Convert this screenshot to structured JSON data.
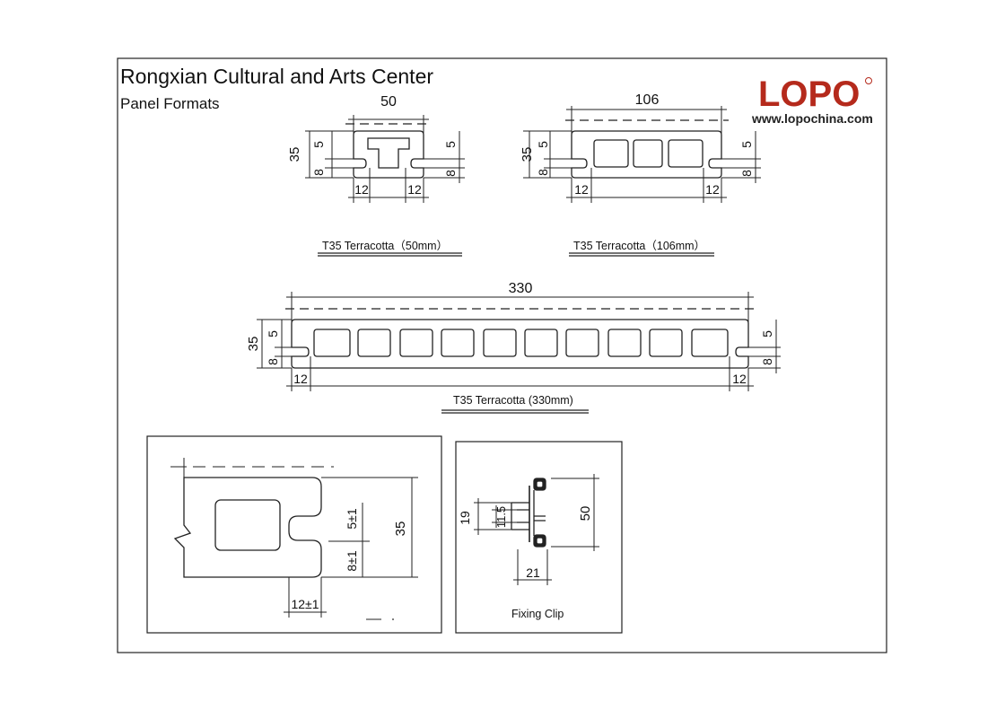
{
  "header": {
    "title": "Rongxian Cultural and Arts Center",
    "subtitle": "Panel Formats"
  },
  "logo": {
    "brand_text": "LOPO",
    "url": "www.lopochina.com",
    "brand_color": "#b52a1c"
  },
  "panel_50": {
    "caption": "T35 Terracotta（50mm）",
    "dims": {
      "width": "50",
      "height": "35",
      "top": "5",
      "bottom": "8",
      "slot_left": "12",
      "slot_right": "12",
      "right_top": "5",
      "right_bottom": "8"
    }
  },
  "panel_106": {
    "caption": "T35 Terracotta（106mm）",
    "dims": {
      "width": "106",
      "height": "35",
      "top": "5",
      "bottom": "8",
      "slot_left": "12",
      "slot_right": "12",
      "right_top": "5",
      "right_bottom": "8"
    }
  },
  "panel_330": {
    "caption": "T35 Terracotta (330mm)",
    "dims": {
      "width": "330",
      "height": "35",
      "top": "5",
      "bottom": "8",
      "slot_left": "12",
      "slot_right": "12",
      "right_top": "5",
      "right_bottom": "8"
    }
  },
  "detail": {
    "tol_top": "5±1",
    "tol_bottom": "8±1",
    "height": "35",
    "slot": "12±1"
  },
  "clip": {
    "caption": "Fixing Clip",
    "dims": {
      "h19": "19",
      "h11_5": "11.5",
      "h50": "50",
      "w21": "21"
    }
  }
}
